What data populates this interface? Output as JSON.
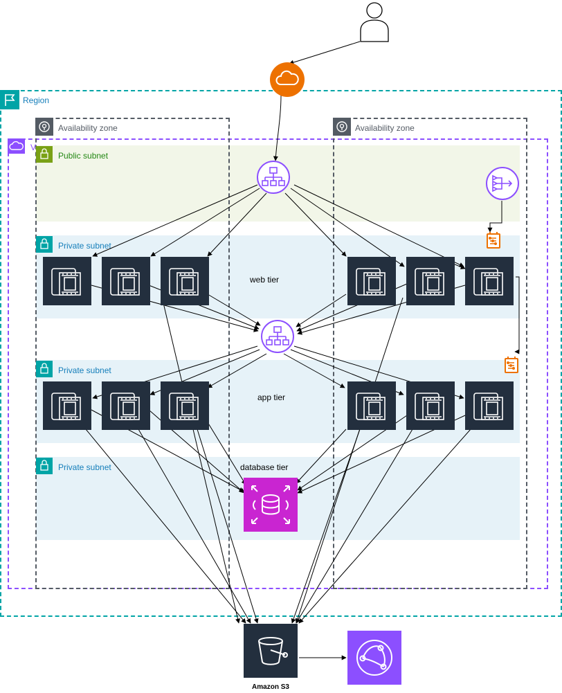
{
  "labels": {
    "region": "Region",
    "az_left": "Availability zone",
    "az_right": "Availability zone",
    "vpc": "V",
    "public_subnet": "Public subnet",
    "private_subnet_web": "Private subnet",
    "private_subnet_app": "Private subnet",
    "private_subnet_db": "Private subnet",
    "web_tier": "web tier",
    "app_tier": "app tier",
    "database_tier": "database tier",
    "amazon_s3": "Amazon S3"
  },
  "colors": {
    "region_border": "#00A4A6",
    "vpc_border": "#8C4FFF",
    "az_border": "#545B64",
    "public_subnet_fill": "#F2F6E8",
    "private_subnet_fill": "#E6F2F8",
    "public_subnet_accent": "#7AA116",
    "private_subnet_accent": "#00A4A6",
    "cloudfront_orange": "#ED7100",
    "ec2_dark": "#232F3E",
    "load_balancer_purple": "#8C4FFF",
    "rds_magenta": "#C925D1"
  },
  "icons": {
    "user": "user-icon",
    "internet_gateway": "cloud-icon",
    "load_balancer": "load-balancer-icon",
    "nat_gateway": "nat-gateway-icon",
    "ec2": "ec2-instance-icon",
    "auto_scaling": "auto-scaling-icon",
    "rds": "database-icon",
    "s3": "bucket-icon",
    "cloudfront": "cloudfront-icon"
  }
}
